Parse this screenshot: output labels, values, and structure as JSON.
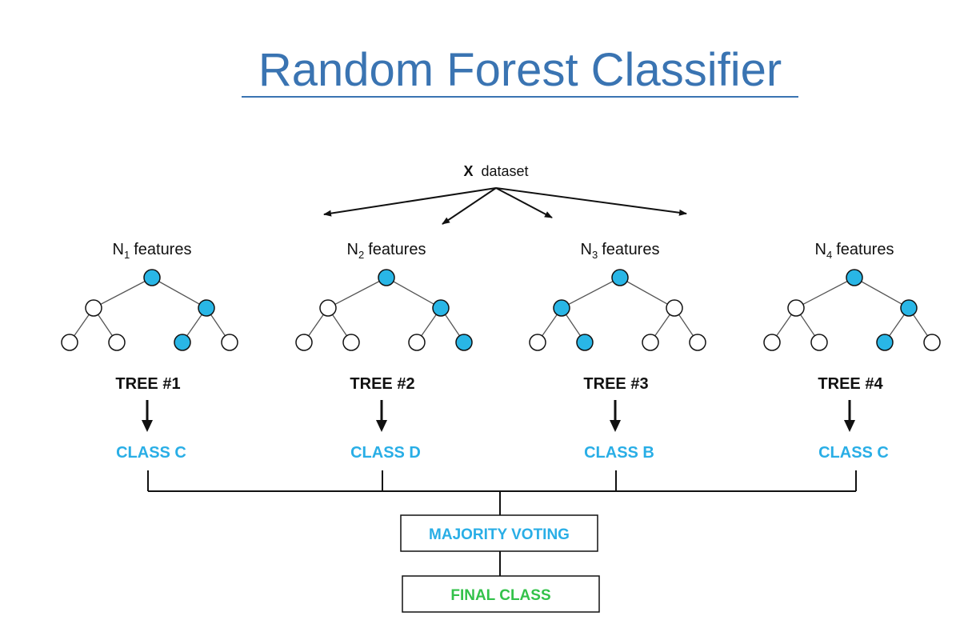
{
  "title": "Random Forest Classifier",
  "colors": {
    "title": "#3a74b2",
    "node_filled": "#29b6e6",
    "node_empty": "#ffffff",
    "stroke": "#111111",
    "class_text": "#29aee6",
    "final_text": "#33c24a"
  },
  "dataset": {
    "prefix": "X",
    "label": "dataset"
  },
  "trees": [
    {
      "features_prefix": "N",
      "features_sub": "1",
      "features_word": "features",
      "tree_label": "TREE #1",
      "class_label": "CLASS C",
      "filled": [
        true,
        false,
        true,
        false,
        false,
        true,
        false
      ]
    },
    {
      "features_prefix": "N",
      "features_sub": "2",
      "features_word": "features",
      "tree_label": "TREE #2",
      "class_label": "CLASS D",
      "filled": [
        true,
        false,
        true,
        false,
        false,
        false,
        true
      ]
    },
    {
      "features_prefix": "N",
      "features_sub": "3",
      "features_word": "features",
      "tree_label": "TREE #3",
      "class_label": "CLASS B",
      "filled": [
        true,
        true,
        false,
        false,
        true,
        false,
        false
      ]
    },
    {
      "features_prefix": "N",
      "features_sub": "4",
      "features_word": "features",
      "tree_label": "TREE #4",
      "class_label": "CLASS C",
      "filled": [
        true,
        false,
        true,
        false,
        false,
        true,
        false
      ]
    }
  ],
  "voting": {
    "label": "MAJORITY VOTING"
  },
  "final": {
    "label": "FINAL CLASS"
  }
}
